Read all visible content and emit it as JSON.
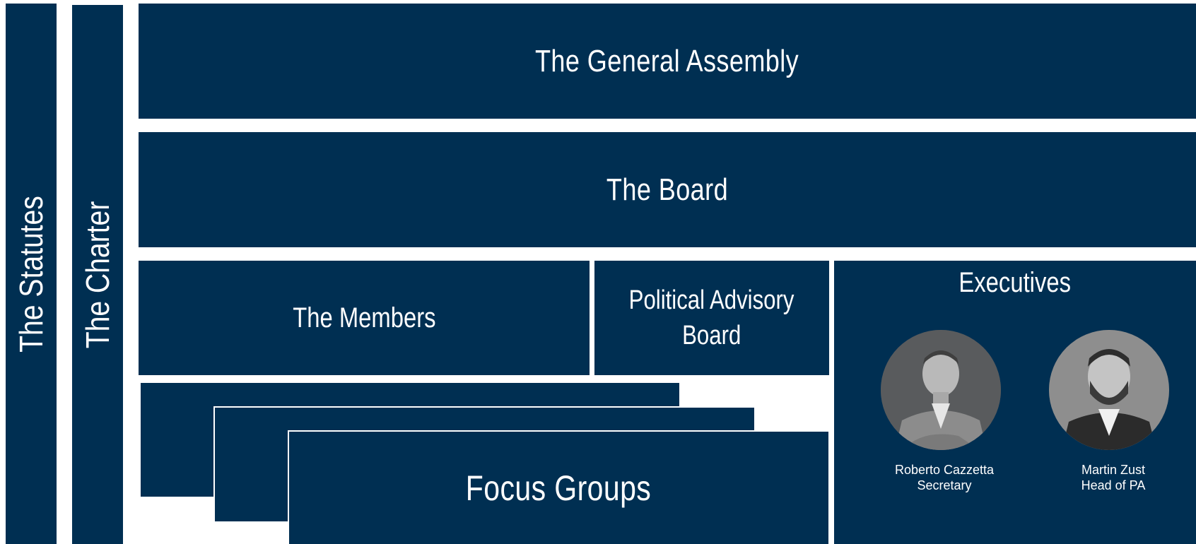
{
  "statutes": {
    "label": "The Statutes"
  },
  "charter": {
    "label": "The Charter"
  },
  "general_assembly": {
    "label": "The General Assembly"
  },
  "board": {
    "label": "The Board"
  },
  "members": {
    "label": "The Members"
  },
  "political_advisory_board": {
    "label_line1": "Political Advisory",
    "label_line2": "Board"
  },
  "focus_groups": {
    "label": "Focus Groups"
  },
  "executives": {
    "title": "Executives",
    "people": [
      {
        "name": "Roberto Cazzetta",
        "role": "Secretary",
        "photo": "portrait-roberto-cazzetta"
      },
      {
        "name": "Martin Zust",
        "role": "Head of PA",
        "photo": "portrait-martin-zust"
      }
    ]
  },
  "colors": {
    "box_fill": "#002F52",
    "text": "#FFFFFF",
    "background": "#FFFFFF"
  }
}
